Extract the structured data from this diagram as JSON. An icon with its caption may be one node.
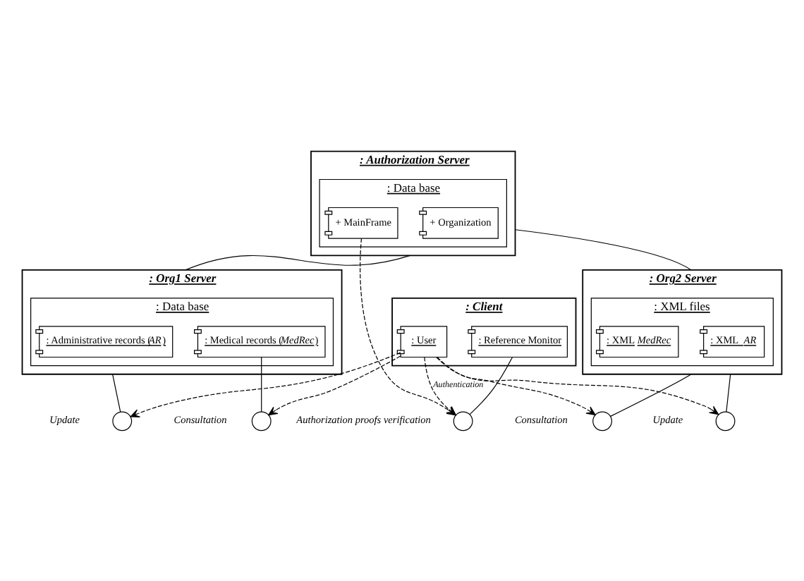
{
  "diagram": {
    "nodes": [
      {
        "text": [
          ": Authorization Server"
        ]
      },
      {
        "text": [
          ": Data base"
        ],
        "in": 0
      },
      {
        "text": [
          "+ Organization"
        ],
        "in": 1
      },
      {
        "text": [
          "+ MainFrame"
        ],
        "in": 1
      },
      {
        "text": [
          ": Org1 Server"
        ]
      },
      {
        "text": [
          ": Data base"
        ],
        "in": 4
      },
      {
        "text": [
          ": Administrative records (*AR*)"
        ],
        "in": 5
      },
      {
        "text": [
          ": Medical records (*MedRec*)"
        ],
        "in": 5
      },
      {
        "text": [
          ": Org2 Server"
        ]
      },
      {
        "text": [
          ": XML files"
        ],
        "in": 8
      },
      {
        "text": [
          ": XML  *AR*"
        ],
        "in": 9
      },
      {
        "text": [
          ": XML *MedRec*"
        ],
        "in": 9
      },
      {
        "text": [],
        "shape": "circle",
        "beside": [
          "Authorization proofs verification"
        ]
      },
      {
        "text": [
          ": Client"
        ]
      },
      {
        "text": [
          ": Reference Monitor"
        ],
        "in": 13
      },
      {
        "text": [
          ": User"
        ],
        "in": 13
      },
      {
        "text": [],
        "shape": "circle",
        "beside": [
          "Update"
        ]
      },
      {
        "text": [],
        "shape": "circle",
        "beside": [
          "Consultation"
        ]
      },
      {
        "text": [],
        "shape": "circle",
        "beside": [
          "Update"
        ]
      },
      {
        "text": [],
        "shape": "circle",
        "beside": [
          "Consultation"
        ]
      }
    ],
    "edges": [
      {
        "from": 0,
        "to": 4,
        "arrow": "none"
      },
      {
        "from": 0,
        "to": 8,
        "arrow": "none"
      },
      {
        "from": 3,
        "to": 12,
        "arrow": "to",
        "style": "dashed"
      },
      {
        "from": 14,
        "to": 12,
        "arrow": "none"
      },
      {
        "from": 15,
        "to": 12,
        "arrow": "to",
        "style": "dashed",
        "label": "Authentication"
      },
      {
        "from": 4,
        "to": 16,
        "arrow": "none"
      },
      {
        "from": 7,
        "to": 17,
        "arrow": "none"
      },
      {
        "from": 15,
        "to": 16,
        "arrow": "to",
        "style": "dashed"
      },
      {
        "from": 15,
        "to": 17,
        "arrow": "to",
        "style": "dashed"
      },
      {
        "from": 15,
        "to": 18,
        "arrow": "to",
        "style": "dashed"
      },
      {
        "from": 15,
        "to": 19,
        "arrow": "to",
        "style": "dashed"
      },
      {
        "from": 8,
        "to": 18,
        "arrow": "none"
      },
      {
        "from": 8,
        "to": 19,
        "arrow": "none"
      }
    ]
  }
}
